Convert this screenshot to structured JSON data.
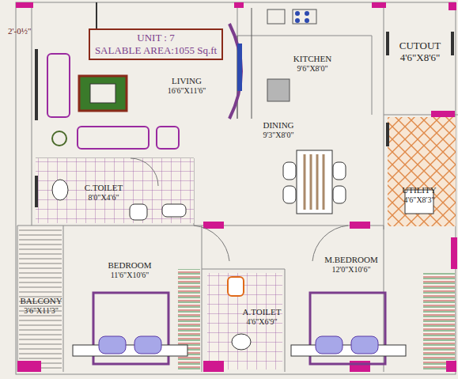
{
  "diagram": {
    "nodes": [
      {
        "text": [
          "UNIT : 7",
          "SALABLE AREA:1055 Sq.ft"
        ]
      },
      {
        "text": [
          "KITCHEN",
          "9'6\"X8'0\""
        ]
      },
      {
        "text": [
          "CUTOUT",
          "4'6\"X8'6\""
        ]
      },
      {
        "text": [
          "LIVING",
          "16'6\"X11'6\""
        ]
      },
      {
        "text": [
          "DINING",
          "9'3\"X8'0\""
        ]
      },
      {
        "text": [
          "C.TOILET",
          "8'0\"X4'6\""
        ]
      },
      {
        "text": [
          "UTILITY",
          "4'6\"X8'3\""
        ]
      },
      {
        "text": [
          "BEDROOM",
          "11'6\"X10'6\""
        ]
      },
      {
        "text": [
          "M.BEDROOM",
          "12'0\"X10'6\""
        ]
      },
      {
        "text": [
          "BALCONY",
          "3'6\"X11'3\""
        ]
      },
      {
        "text": [
          "A.TOILET",
          "4'6\"X6'9\""
        ]
      }
    ],
    "labels": [
      "2'-0½\""
    ]
  }
}
